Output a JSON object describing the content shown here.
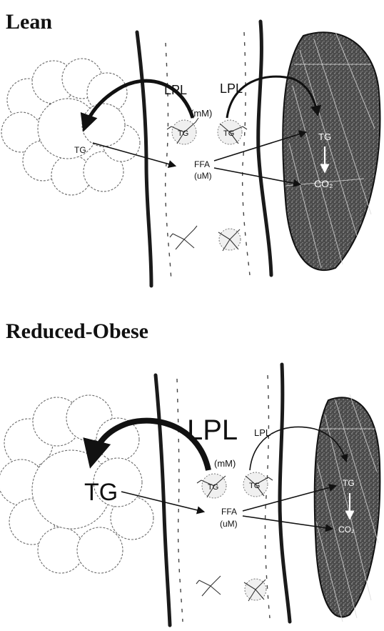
{
  "panels": [
    {
      "id": "lean",
      "title": "Lean",
      "lpl_left": "LPL",
      "lpl_right": "LPL",
      "mM": "(mM)",
      "tg_adipose": "TG",
      "tg_particle_left": "TG",
      "tg_particle_right": "TG",
      "ffa": "FFA",
      "uM": "(uM)",
      "tg_muscle": "TG",
      "co2": "CO₂"
    },
    {
      "id": "reduced-obese",
      "title": "Reduced-Obese",
      "lpl_left": "LPL",
      "lpl_right": "LPL",
      "mM": "(mM)",
      "tg_adipose": "TG",
      "tg_particle_left": "TG",
      "tg_particle_right": "TG",
      "ffa": "FFA",
      "uM": "(uM)",
      "tg_muscle": "TG",
      "co2": "CO₂"
    }
  ],
  "colors": {
    "ink": "#111111",
    "muscle_fill": "#5a5a5a",
    "adipose_outline": "#6a6a6a"
  }
}
